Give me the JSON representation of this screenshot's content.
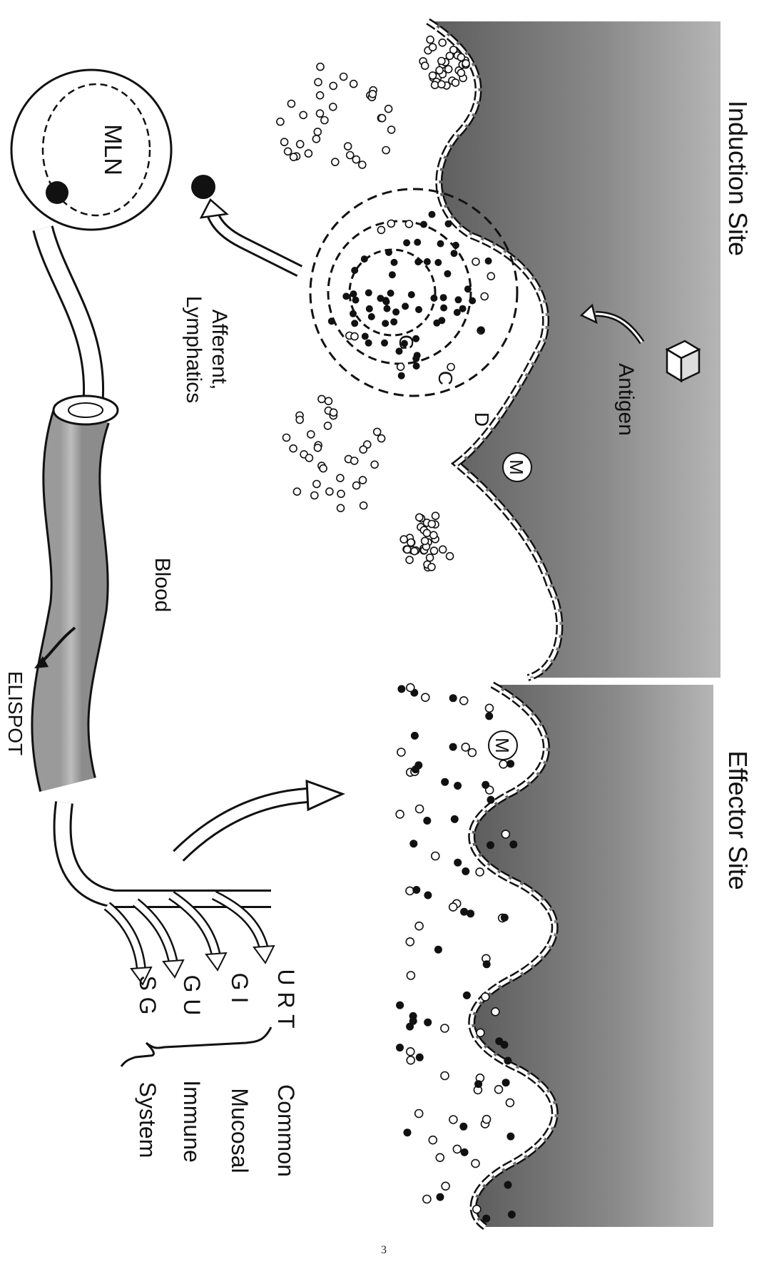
{
  "figure": {
    "induction_site": "Induction Site",
    "effector_site": "Effector Site",
    "antigen": "Antigen",
    "m_cell": "M",
    "m_cell_effector": "M",
    "zone_g": "G",
    "zone_c": "C",
    "zone_d": "D",
    "mln": "MLN",
    "afferent_line1": "Afferent,",
    "afferent_line2": "Lymphatics",
    "blood": "Blood",
    "elispot": "ELISPOT",
    "sites": [
      "U R T",
      "G I",
      "G U",
      "S G"
    ],
    "cmis": [
      "Common",
      "Mucosal",
      "Immune",
      "System"
    ]
  },
  "page_number": "3",
  "colors": {
    "tissue": "#8f8f8f",
    "tissue_dark": "#6e6e6e",
    "ink": "#111111"
  }
}
